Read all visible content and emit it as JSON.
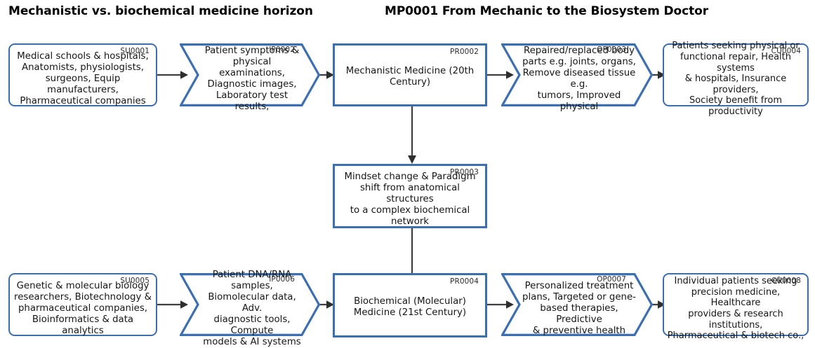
{
  "titles": {
    "left": "Mechanistic vs. biochemical medicine horizon",
    "right": "MP0001 From Mechanic to the Biosystem Doctor"
  },
  "colors": {
    "node_border": "#3B6FB2",
    "connector": "#3F3F3F",
    "text": "#161616",
    "background": "#FFFFFF"
  },
  "diagram": {
    "type": "process-flow",
    "rows": [
      {
        "name": "mechanistic-row",
        "nodes": [
          {
            "id": "SU0001",
            "shape": "rounded-rectangle",
            "role": "supplier",
            "text": "Medical schools & hospitals,\nAnatomists, physiologists,\nsurgeons, Equip manufacturers,\nPharmaceutical companies"
          },
          {
            "id": "IP0002",
            "shape": "chevron",
            "role": "input",
            "text": "Patient symptoms &\nphysical examinations,\nDiagnostic images,\nLaboratory test results,"
          },
          {
            "id": "PR0002",
            "shape": "rectangle",
            "role": "process",
            "text": "Mechanistic Medicine (20th\nCentury)"
          },
          {
            "id": "OP0003",
            "shape": "chevron",
            "role": "output",
            "text": "Repaired/replaced body\nparts e.g. joints, organs,\nRemove diseased tissue e.g.\ntumors, Improved physical"
          },
          {
            "id": "CU0004",
            "shape": "rounded-rectangle",
            "role": "customer",
            "text": "Patients seeking physical or\nfunctional repair, Health systems\n& hospitals, Insurance providers,\nSociety benefit from productivity"
          }
        ]
      },
      {
        "name": "paradigm-shift-row",
        "nodes": [
          {
            "id": "PR0003",
            "shape": "rectangle",
            "role": "process",
            "text": "Mindset change & Paradigm\nshift from anatomical structures\nto a complex biochemical\nnetwork"
          }
        ]
      },
      {
        "name": "biochemical-row",
        "nodes": [
          {
            "id": "SU0005",
            "shape": "rounded-rectangle",
            "role": "supplier",
            "text": "Genetic & molecular biology\nresearchers, Biotechnology &\npharmaceutical companies,\nBioinformatics & data analytics"
          },
          {
            "id": "IP0006",
            "shape": "chevron",
            "role": "input",
            "text": "Patient DNA/RNA samples,\nBiomolecular data, Adv.\ndiagnostic tools, Compute\nmodels & AI systems"
          },
          {
            "id": "PR0004",
            "shape": "rectangle",
            "role": "process",
            "text": "Biochemical (Molecular)\nMedicine (21st Century)"
          },
          {
            "id": "OP0007",
            "shape": "chevron",
            "role": "output",
            "text": "Personalized treatment\nplans, Targeted or gene-\nbased therapies, Predictive\n& preventive health"
          },
          {
            "id": "CU0008",
            "shape": "rounded-rectangle",
            "role": "customer",
            "text": "Individual patients seeking\nprecision medicine, Healthcare\nproviders & research institutions,\nPharmaceutical & biotech co.,"
          }
        ]
      }
    ],
    "connectors": [
      {
        "name": "su0001-to-ip0002",
        "direction": "right"
      },
      {
        "name": "ip0002-to-pr0002",
        "direction": "right"
      },
      {
        "name": "pr0002-to-op0003",
        "direction": "right"
      },
      {
        "name": "op0003-to-cu0004",
        "direction": "right"
      },
      {
        "name": "pr0002-to-pr0003",
        "direction": "down"
      },
      {
        "name": "pr0003-to-pr0004",
        "direction": "down"
      },
      {
        "name": "su0005-to-ip0006",
        "direction": "right"
      },
      {
        "name": "ip0006-to-pr0004",
        "direction": "right"
      },
      {
        "name": "pr0004-to-op0007",
        "direction": "right"
      },
      {
        "name": "op0007-to-cu0008",
        "direction": "right"
      }
    ]
  }
}
